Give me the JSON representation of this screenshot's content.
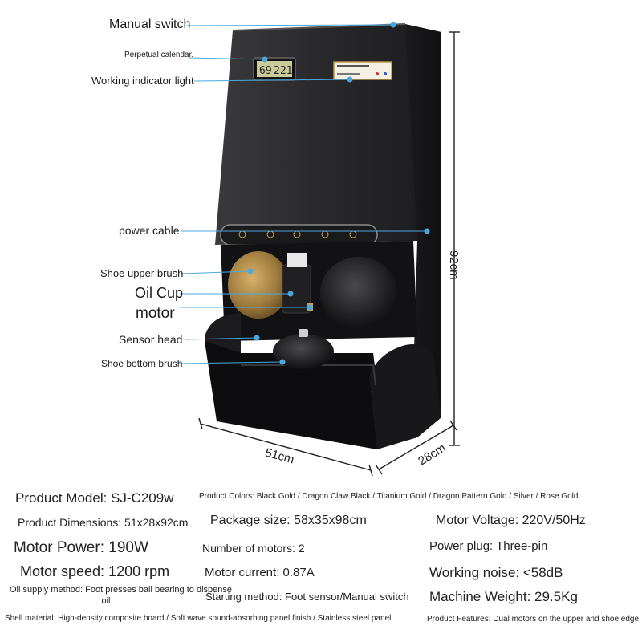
{
  "callouts": {
    "manual_switch": "Manual switch",
    "perpetual_calendar": "Perpetual calendar.",
    "working_indicator": "Working indicator light",
    "power_cable": "power cable",
    "shoe_upper_brush": "Shoe upper brush",
    "oil_cup": "Oil Cup",
    "motor": "motor",
    "sensor_head": "Sensor head",
    "shoe_bottom_brush": "Shoe bottom brush"
  },
  "dimensions": {
    "height": "92cm",
    "width": "51cm",
    "depth": "28cm"
  },
  "display": {
    "left_number": "69",
    "right_number": "221"
  },
  "specs": {
    "model": "Product Model: SJ-C209w",
    "colors": "Product Colors: Black Gold / Dragon Claw Black / Titanium Gold / Dragon Pattern Gold / Silver / Rose Gold",
    "product_dimensions": "Product Dimensions: 51x28x92cm",
    "package_size": "Package size: 58x35x98cm",
    "motor_voltage": "Motor Voltage: 220V/50Hz",
    "motor_power": "Motor Power: 190W",
    "number_of_motors": "Number of motors: 2",
    "power_plug": "Power plug: Three-pin",
    "motor_speed": "Motor speed: 1200 rpm",
    "motor_current": "Motor current: 0.87A",
    "working_noise": "Working noise: <58dB",
    "oil_supply_line1": "Oil supply method: Foot presses ball bearing to dispense",
    "oil_supply_line2": "oil",
    "starting_method": "Starting method: Foot sensor/Manual switch",
    "machine_weight": "Machine Weight: 29.5Kg",
    "shell_material": "Shell material: High-density composite board / Soft wave sound-absorbing panel finish / Stainless steel panel",
    "product_features": "Product Features: Dual motors on the upper and shoe edge"
  },
  "colors": {
    "cabinet": "#2b2b2e",
    "callout_line": "#4aa8e0",
    "brass_brush": "#9c7a3c"
  }
}
